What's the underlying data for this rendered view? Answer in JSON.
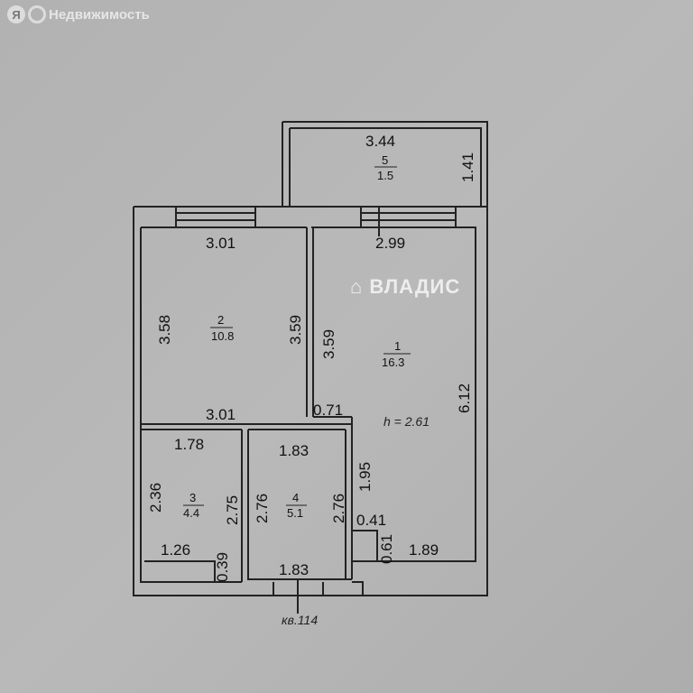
{
  "branding": {
    "logo_letter": "Я",
    "site_name": "Недвижимость",
    "watermark": "ВЛАДИС"
  },
  "plan": {
    "balcony": {
      "number": "5",
      "area": "1.5",
      "width": "3.44",
      "depth": "1.41"
    },
    "room1": {
      "number": "1",
      "area": "16.3",
      "top": "2.99",
      "left": "3.59",
      "right": "6.12",
      "jog": "0.71",
      "height_note": "h = 2.61",
      "niche_w": "0.41",
      "niche_h": "0.61",
      "bottom": "1.89"
    },
    "room2": {
      "number": "2",
      "area": "10.8",
      "top": "3.01",
      "bottom": "3.01",
      "left": "3.58",
      "right": "3.59"
    },
    "room3": {
      "number": "3",
      "area": "4.4",
      "top": "1.78",
      "left": "2.36",
      "right": "2.75",
      "bottom": "1.26",
      "niche": "0.39"
    },
    "room4": {
      "number": "4",
      "area": "5.1",
      "top": "1.83",
      "bottom": "1.83",
      "left": "2.76",
      "right": "2.76",
      "extra": "1.95"
    },
    "apartment_label": "кв.114"
  }
}
